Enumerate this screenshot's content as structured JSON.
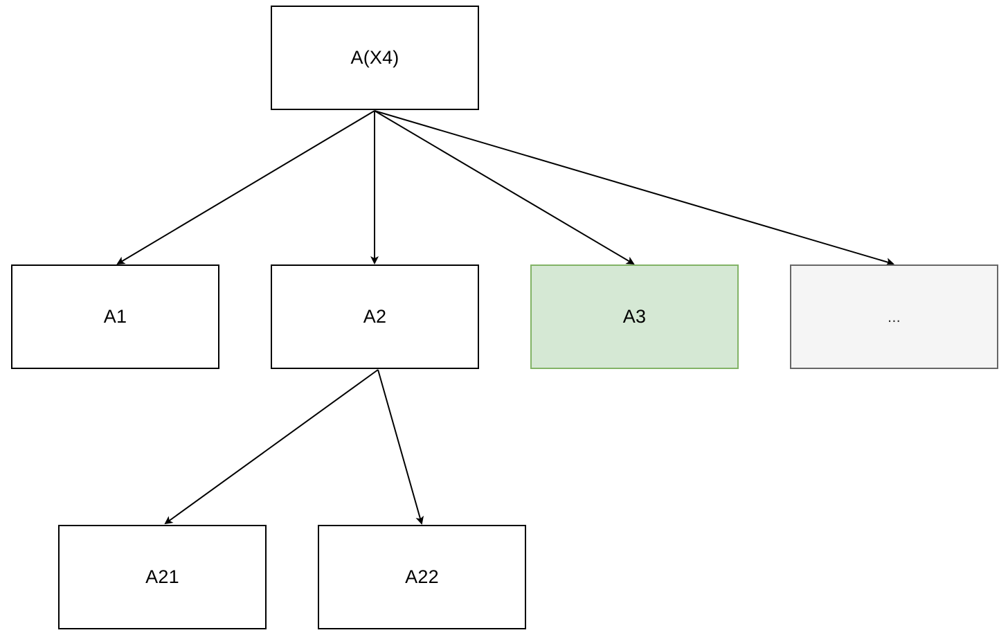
{
  "nodes": {
    "root": {
      "label": "A(X4)"
    },
    "a1": {
      "label": "A1"
    },
    "a2": {
      "label": "A2"
    },
    "a3": {
      "label": "A3",
      "fill": "#d5e8d4",
      "stroke": "#82b366"
    },
    "more": {
      "label": "...",
      "fill": "#f5f5f5",
      "stroke": "#666666"
    },
    "a21": {
      "label": "A21"
    },
    "a22": {
      "label": "A22"
    }
  },
  "edges": [
    {
      "from": "root",
      "to": "a1"
    },
    {
      "from": "root",
      "to": "a2"
    },
    {
      "from": "root",
      "to": "a3"
    },
    {
      "from": "root",
      "to": "more"
    },
    {
      "from": "a2",
      "to": "a21"
    },
    {
      "from": "a2",
      "to": "a22"
    }
  ],
  "colors": {
    "default_fill": "#ffffff",
    "default_stroke": "#000000",
    "edge": "#000000"
  }
}
